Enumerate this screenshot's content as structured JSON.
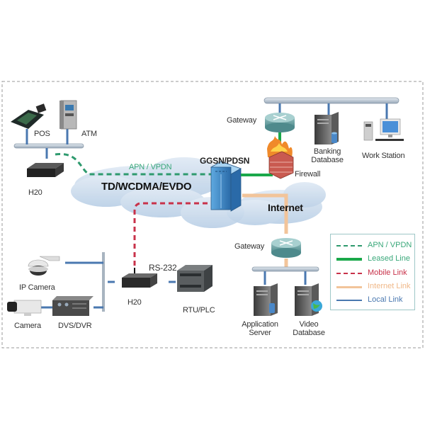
{
  "diagram": {
    "network_label": "TD/WCDMA/EVDO",
    "internet_label": "Internet",
    "apn_link_label": "APN / VPDN",
    "core_node": "GGSN/PDSN",
    "firewall": "Firewall",
    "gateway_top": "Gateway",
    "banking_db": [
      "Banking",
      "Database"
    ],
    "work_station": "Work Station",
    "pos": "POS",
    "atm": "ATM",
    "h20_top": "H20",
    "h20_bottom": "H20",
    "rs232": "RS-232",
    "rtu_plc": "RTU/PLC",
    "ip_camera": "IP Camera",
    "camera": "Camera",
    "dvs_dvr": "DVS/DVR",
    "gateway_bottom": "Gateway",
    "app_server": [
      "Application",
      "Server"
    ],
    "video_db": [
      "Video",
      "Database"
    ]
  },
  "legend": [
    {
      "label": "APN / VPDN",
      "style": "dashed",
      "color": "#2e9a6e"
    },
    {
      "label": "Leased Line",
      "style": "solid-thick",
      "color": "#1aa84a"
    },
    {
      "label": "Mobile Link",
      "style": "dashed",
      "color": "#c8324a"
    },
    {
      "label": "Internet Link",
      "style": "solid",
      "color": "#f2c49a"
    },
    {
      "label": "Local Link",
      "style": "solid",
      "color": "#4a78b0"
    }
  ],
  "colors": {
    "apn": "#2e9a6e",
    "leased": "#1aa84a",
    "mobile": "#c8324a",
    "internet": "#f2c49a",
    "local": "#4a78b0",
    "border": "#9a9a9a"
  }
}
